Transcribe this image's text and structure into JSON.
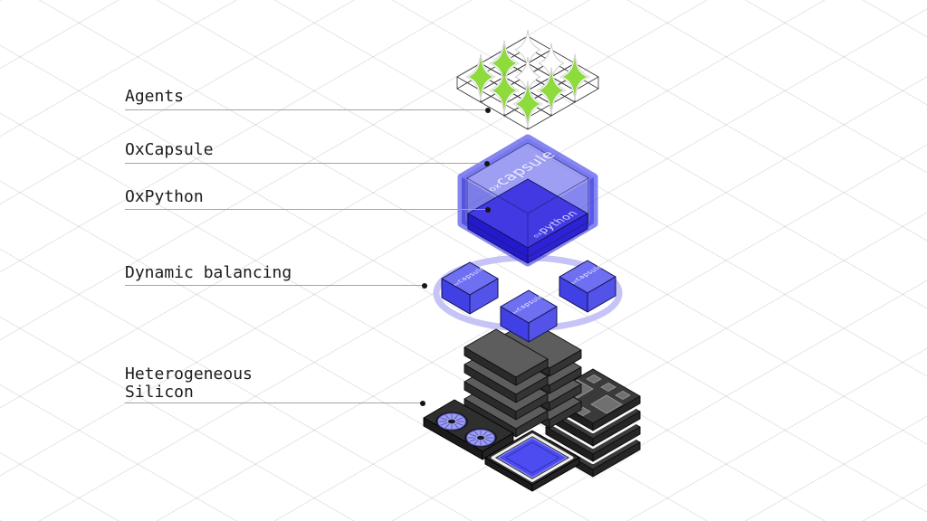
{
  "labels": {
    "agents": {
      "text": "Agents"
    },
    "oxcapsule": {
      "text": "OxCapsule"
    },
    "oxpython": {
      "text": "OxPython"
    },
    "dynamic_balancing": {
      "text": "Dynamic balancing"
    },
    "heterogeneous_silicon": {
      "line1": "Heterogeneous",
      "line2": "Silicon"
    }
  },
  "diagram": {
    "capsule": {
      "prefix": "ox",
      "name": "capsule"
    },
    "python": {
      "prefix": "ox",
      "name": "python"
    },
    "mini_capsule": {
      "prefix": "ox",
      "name": "capsule"
    },
    "agents_grid": {
      "rows": 3,
      "cols": 3,
      "active_sparkles": 6
    },
    "mini_capsule_count": 3
  },
  "colors": {
    "agent_green": "#8edc3c",
    "capsule_blue": "#3c3ce6",
    "python_blue": "#4239e2",
    "cube_blue": "#6f6ff2",
    "ring_lavender": "#c6c3f6",
    "die_blue": "#4c4cf0",
    "fan_periwinkle": "#9d9df2",
    "silicon_top": "#5d5d5d",
    "silicon_face": "#3a3a3a"
  }
}
